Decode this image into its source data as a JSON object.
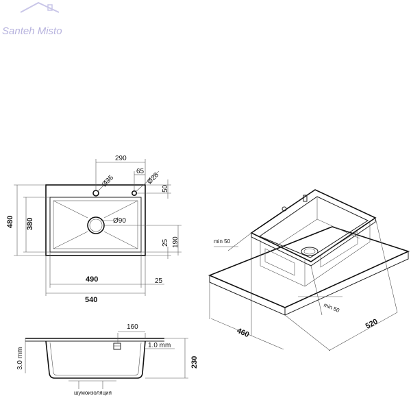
{
  "logo": {
    "text": "Santeh Misto"
  },
  "top_view": {
    "dim_290": "290",
    "dim_65": "65",
    "dim_d35": "Ø35",
    "dim_d28": "Ø28",
    "dim_50": "50",
    "dim_480": "480",
    "dim_380": "380",
    "dim_d90": "Ø90",
    "dim_25_right": "25",
    "dim_190": "190",
    "dim_490": "490",
    "dim_25_bottom": "25",
    "dim_540": "540"
  },
  "section_view": {
    "dim_160": "160",
    "dim_1mm": "1.0 mm",
    "dim_3mm": "3.0 mm",
    "dim_230": "230",
    "insulation_label": "шумоизоляция"
  },
  "iso_view": {
    "min50_left": "min 50",
    "min50_right": "min 50",
    "dim_460": "460",
    "dim_520": "520"
  }
}
